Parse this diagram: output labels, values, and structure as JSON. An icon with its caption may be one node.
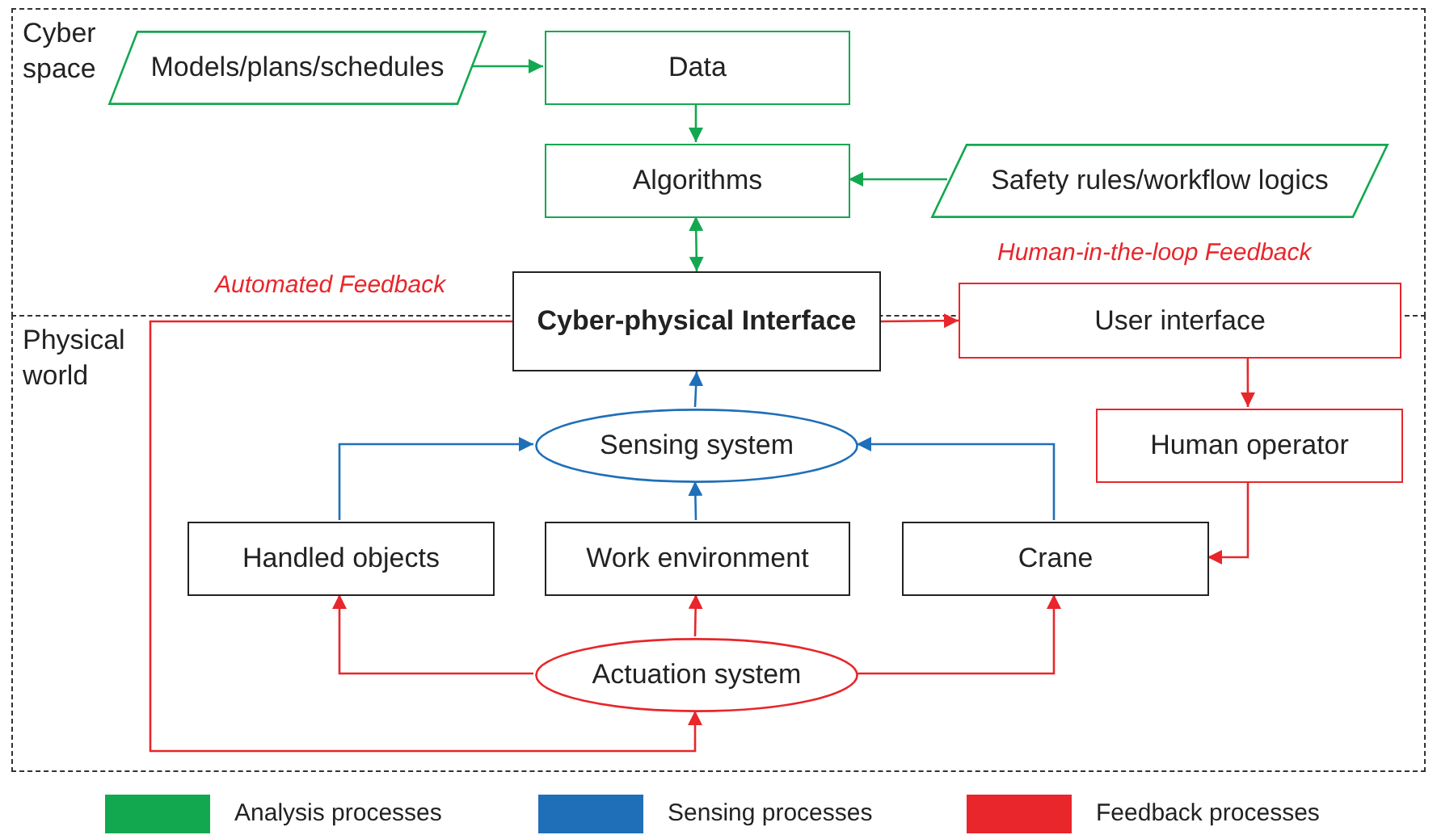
{
  "diagram": {
    "nodes": [
      {
        "text": [
          "Cyber space"
        ]
      },
      {
        "text": [
          "Physical world"
        ]
      },
      {
        "text": [
          "Models/plans/schedules"
        ],
        "in": 0
      },
      {
        "text": [
          "Data"
        ],
        "in": 0
      },
      {
        "text": [
          "Algorithms"
        ],
        "in": 0
      },
      {
        "text": [
          "Safety rules/workflow logics"
        ],
        "in": 0
      },
      {
        "text": [
          "Cyber-physical Interface"
        ]
      },
      {
        "text": [
          "User interface"
        ]
      },
      {
        "text": [
          "Human operator"
        ],
        "in": 1
      },
      {
        "text": [
          "Sensing system"
        ],
        "in": 1
      },
      {
        "text": [
          "Handled objects"
        ],
        "in": 1
      },
      {
        "text": [
          "Work environment"
        ],
        "in": 1
      },
      {
        "text": [
          "Crane"
        ],
        "in": 1
      },
      {
        "text": [
          "Actuation system"
        ],
        "in": 1
      }
    ],
    "edges": [
      {
        "from": 2,
        "to": 3,
        "arrow": "to",
        "color": "#12a84f"
      },
      {
        "from": 3,
        "to": 4,
        "arrow": "to",
        "color": "#12a84f"
      },
      {
        "from": 5,
        "to": 4,
        "arrow": "to",
        "color": "#12a84f"
      },
      {
        "from": 4,
        "to": 6,
        "arrow": "both",
        "color": "#12a84f"
      },
      {
        "from": 6,
        "to": 7,
        "arrow": "to"
      },
      {
        "from": 7,
        "to": 8,
        "arrow": "to"
      },
      {
        "from": 8,
        "to": 12,
        "arrow": "to"
      },
      {
        "from": 6,
        "to": 13,
        "arrow": "to"
      },
      {
        "from": 9,
        "to": 6,
        "arrow": "to",
        "color": "#1f6fb8"
      },
      {
        "from": 10,
        "to": 9,
        "arrow": "to",
        "color": "#1f6fb8"
      },
      {
        "from": 11,
        "to": 9,
        "arrow": "to",
        "color": "#1f6fb8"
      },
      {
        "from": 12,
        "to": 9,
        "arrow": "to",
        "color": "#1f6fb8"
      },
      {
        "from": 13,
        "to": 10,
        "arrow": "to"
      },
      {
        "from": 13,
        "to": 11,
        "arrow": "to"
      },
      {
        "from": 13,
        "to": 12,
        "arrow": "to"
      }
    ],
    "labels": [
      "Human-in-the-loop Feedback",
      "Automated Feedback"
    ],
    "legend": [
      {
        "text": "Analysis processes",
        "color": "#12a84f"
      },
      {
        "text": "Sensing processes",
        "color": "#1f6fb8"
      },
      {
        "text": "Feedback processes",
        "color": "#e8262b"
      }
    ]
  }
}
